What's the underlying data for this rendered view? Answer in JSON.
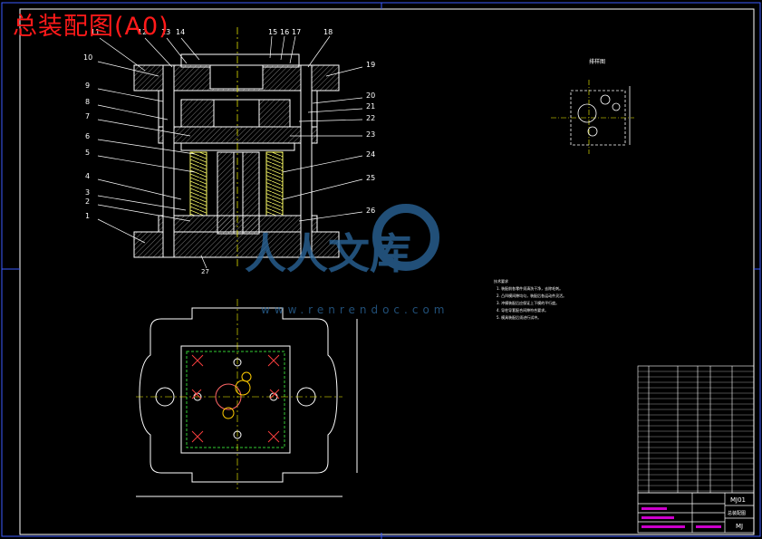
{
  "title": "总装配图(A0)",
  "watermark": {
    "text": "人人文库",
    "url": "www.renrendoc.com"
  },
  "part_numbers": {
    "left": [
      "10",
      "9",
      "8",
      "7",
      "6",
      "5",
      "4",
      "3",
      "2",
      "1"
    ],
    "top": [
      "11",
      "12",
      "13",
      "14",
      "15",
      "16",
      "17",
      "18"
    ],
    "right": [
      "19",
      "20",
      "21",
      "22",
      "23",
      "24",
      "25",
      "26"
    ],
    "bottom": "27"
  },
  "detail_view_label": "排样图",
  "tech_requirements_heading": "技术要求",
  "tech_requirements": [
    "1. 装配前各零件须清洗干净，去除毛刺。",
    "2. 凸凹模间隙均匀，装配后各运动件灵活。",
    "3. 冲模装配后应保证上下模的平行度。",
    "4. 导柱导套配合间隙符合要求。",
    "5. 模具装配后须进行试冲。"
  ],
  "title_block": {
    "drawing_no": "MJ01",
    "name": "总装配图",
    "code": "MJ"
  },
  "colors": {
    "background": "#000000",
    "lines": "#ffffff",
    "border": "#3b5bff",
    "title": "#ff1a1a",
    "centerline": "#ffff00",
    "hatch": "#ff00ff",
    "highlight": "#ff3030",
    "watermark": "#2c6aa0"
  }
}
